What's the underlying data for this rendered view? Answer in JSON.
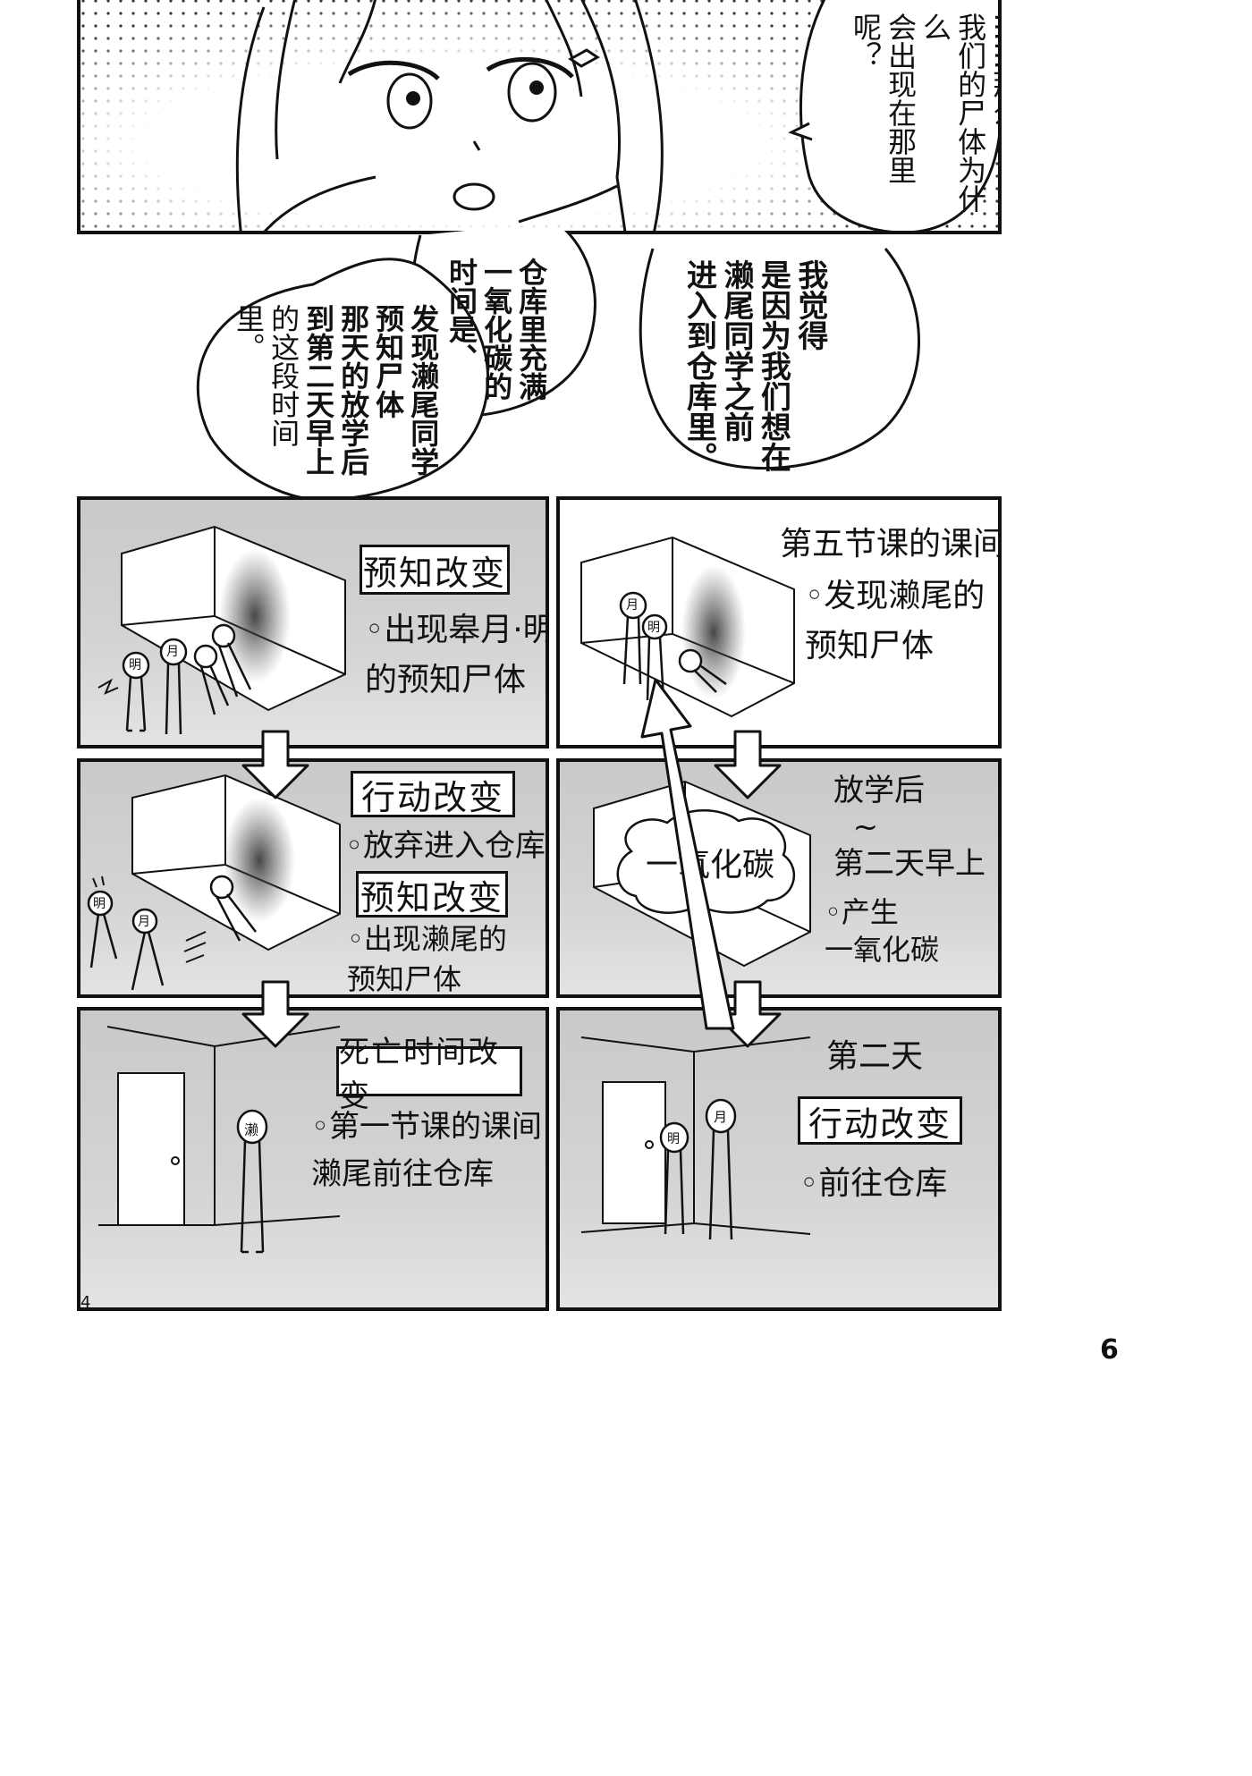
{
  "top_panel": {
    "bubble": [
      "……那么、",
      "我们的尸体为什么",
      "会出现在那里呢？"
    ]
  },
  "middle": {
    "bubble_right": [
      "我觉得",
      "是因为我们想在",
      "濑尾同学之前",
      "进入到仓库里。"
    ],
    "bubble_left_normal": [
      "仓库里充满",
      "一氧化碳的",
      "时间是、"
    ],
    "bubble_left_bold": [
      "发现濑尾同学",
      "预知尸体",
      "那天的放学后",
      "到第二天早上"
    ],
    "bubble_left_tail": "的这段时间里。"
  },
  "left_column": {
    "p1": {
      "label": "预知改变",
      "note": "◦出现皋月·明\n的预知尸体"
    },
    "p2": {
      "label1": "行动改变",
      "note1": "◦放弃进入仓库",
      "label2": "预知改变",
      "note2": "◦出现濑尾的\n预知尸体"
    },
    "p3": {
      "label": "死亡时间改变",
      "note": "◦第一节课的课间\n濑尾前往仓库"
    }
  },
  "right_column": {
    "p1": {
      "heading": "第五节课的课间",
      "note": "◦发现濑尾的\n预知尸体"
    },
    "p2": {
      "cloud": "一氧化碳",
      "heading": "放学后\n  ~\n第二天早上",
      "note": "◦产生\n一氧化碳"
    },
    "p3": {
      "heading": "第二天",
      "label": "行动改变",
      "note": "◦前往仓库"
    }
  },
  "figure_heads": {
    "ming": "明",
    "yue": "月",
    "lai": "濑"
  },
  "page_number": "6",
  "margin_number": "4"
}
